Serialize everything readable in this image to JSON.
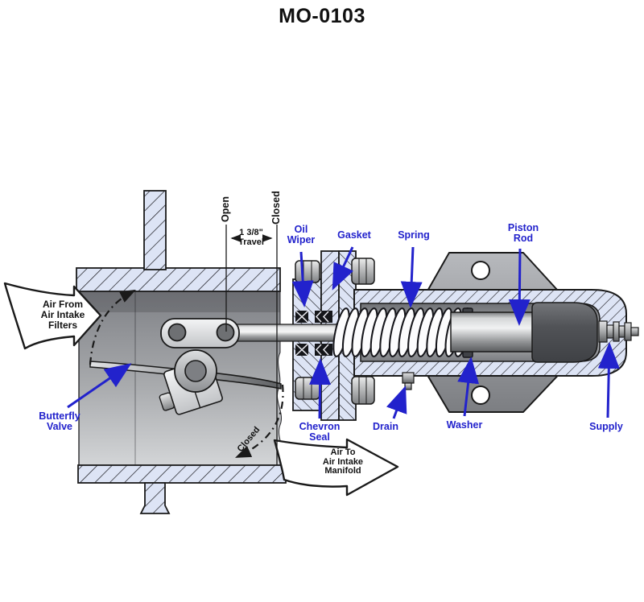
{
  "title": "MO-0103",
  "colors": {
    "label_blue": "#2222cc",
    "line_black": "#1a1a1a",
    "hatch_fill": "#dde4f5"
  },
  "position_markers": {
    "open": "Open",
    "closed": "Closed",
    "travel": {
      "line1": "1 3/8\"",
      "line2": "Travel"
    },
    "closed_arc": "Closed"
  },
  "flow": {
    "inlet": {
      "line1": "Air From",
      "line2": "Air Intake",
      "line3": "Filters"
    },
    "outlet": {
      "line1": "Air To",
      "line2": "Air Intake",
      "line3": "Manifold"
    }
  },
  "parts": {
    "oil_wiper": {
      "line1": "Oil",
      "line2": "Wiper"
    },
    "gasket": "Gasket",
    "spring": "Spring",
    "piston_rod": {
      "line1": "Piston",
      "line2": "Rod"
    },
    "butterfly_valve": {
      "line1": "Butterfly",
      "line2": "Valve"
    },
    "chevron_seal": {
      "line1": "Chevron",
      "line2": "Seal"
    },
    "drain": "Drain",
    "washer": "Washer",
    "supply": "Supply"
  }
}
